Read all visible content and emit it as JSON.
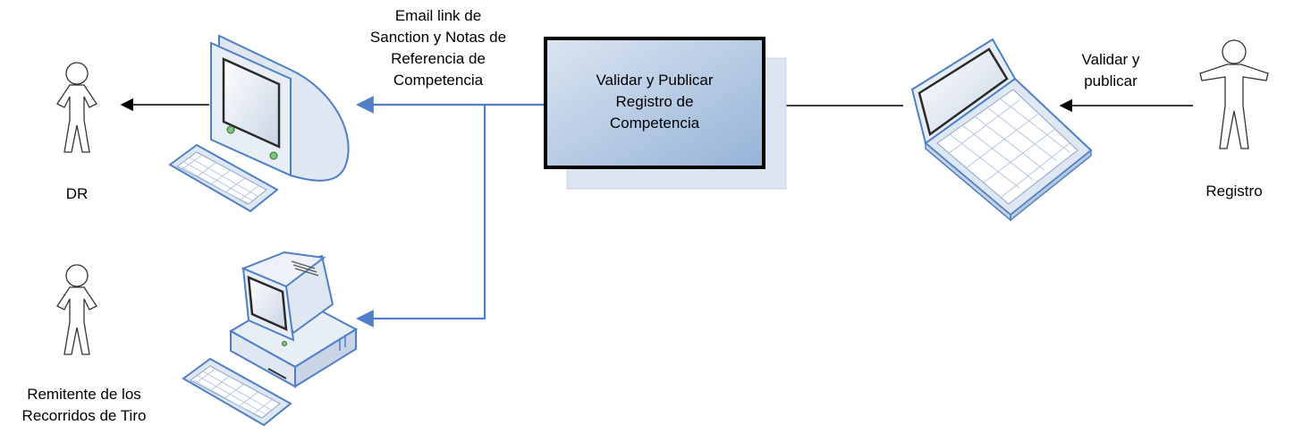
{
  "actors": {
    "dr": "DR",
    "remitente_line1": "Remitente de los",
    "remitente_line2": "Recorridos de Tiro",
    "registro": "Registro"
  },
  "labels": {
    "email_line1": "Email link de",
    "email_line2": "Sanction y Notas de",
    "email_line3": "Referencia de",
    "email_line4": "Competencia",
    "validar_line1": "Validar y",
    "validar_line2": "publicar"
  },
  "process_box": {
    "line1": "Validar y Publicar",
    "line2": "Registro de",
    "line3": "Competencia"
  },
  "icons": [
    "actor-icon",
    "crt-monitor-icon",
    "keyboard-icon",
    "laptop-icon",
    "desktop-computer-icon"
  ],
  "colors": {
    "connector": "#4f7fc7",
    "box_fill": "#b8cce4",
    "device_frame": "#4f7fc7"
  }
}
